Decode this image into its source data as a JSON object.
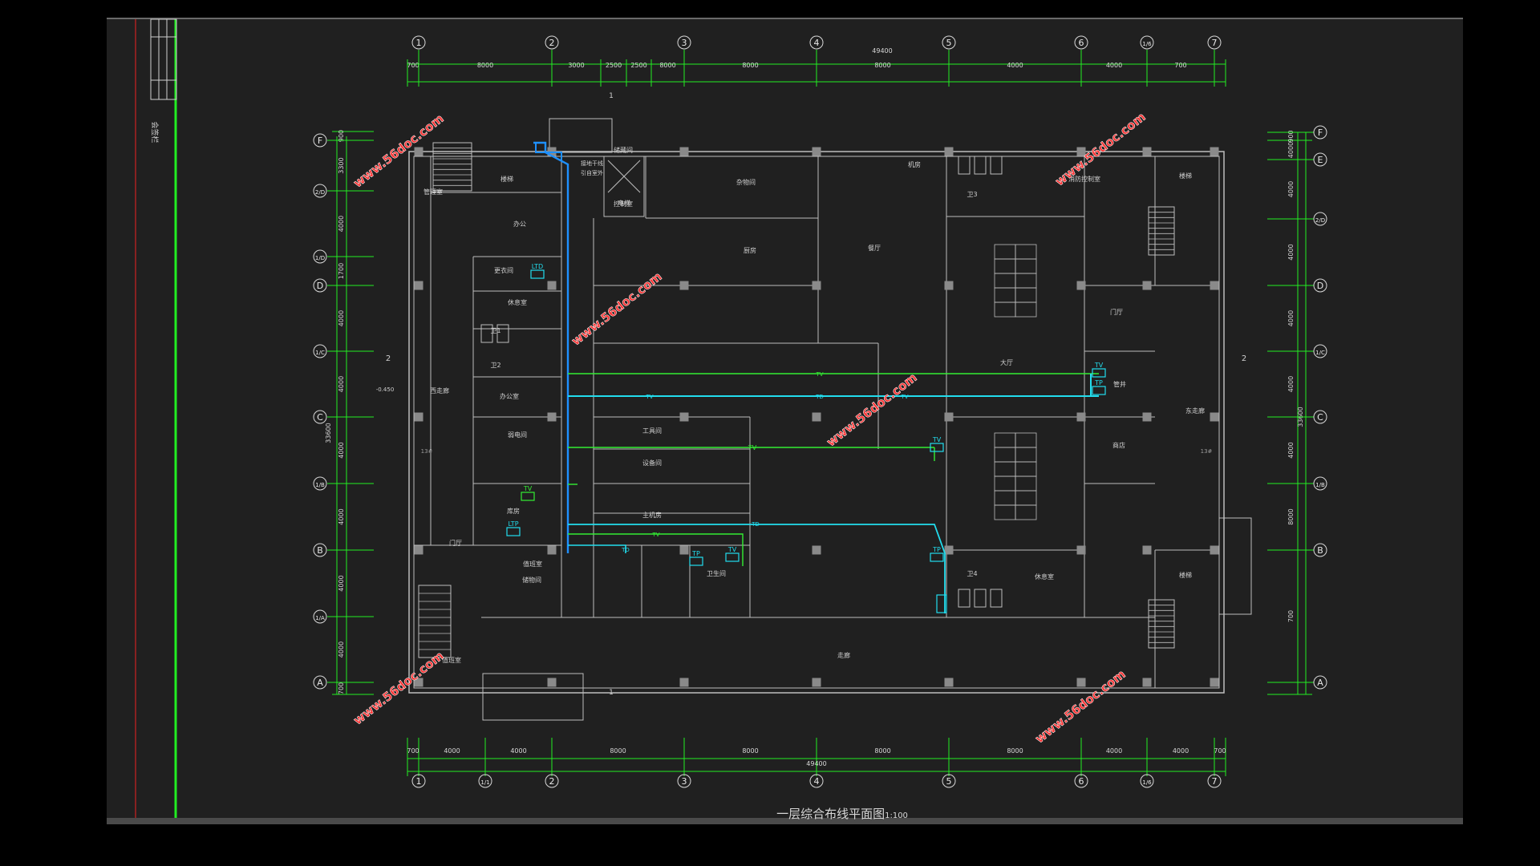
{
  "drawing": {
    "title": "一层综合布线平面图",
    "scale": "1:100",
    "watermark": "www.56doc.com",
    "side_note": "会签栏"
  },
  "grid": {
    "top_axes": [
      "1",
      "2",
      "3",
      "4",
      "5",
      "6",
      "1/6",
      "7"
    ],
    "bottom_axes": [
      "1",
      "1/1",
      "2",
      "3",
      "4",
      "5",
      "6",
      "1/6",
      "7"
    ],
    "left_axes": [
      "F",
      "2/D",
      "1/D",
      "D",
      "1/C",
      "C",
      "1/B",
      "B",
      "1/A",
      "A"
    ],
    "right_axes": [
      "F",
      "E",
      "2/D",
      "D",
      "1/C",
      "C",
      "1/B",
      "B",
      "A"
    ],
    "top_dims": [
      "700",
      "8000",
      "3000",
      "2500",
      "2500",
      "8000",
      "8000",
      "8000",
      "4000",
      "4000",
      "700"
    ],
    "top_total": "49400",
    "bottom_dims": [
      "700",
      "4000",
      "4000",
      "8000",
      "8000",
      "8000",
      "8000",
      "4000",
      "4000",
      "700"
    ],
    "bottom_total": "49400",
    "left_dims": [
      "900",
      "3300",
      "4000",
      "1700",
      "4000",
      "4000",
      "4000",
      "4000",
      "4000",
      "4000",
      "700"
    ],
    "left_total": "33600",
    "right_dims": [
      "900",
      "4000",
      "4000",
      "4000",
      "4000",
      "4000",
      "4000",
      "8000",
      "700"
    ],
    "right_total": "33600"
  },
  "rooms": {
    "r_stair1": "楼梯",
    "r_office": "办公",
    "r_changing": "更衣间",
    "r_lounge1": "休息室",
    "r_office2": "办公室",
    "r_wc1": "卫1",
    "r_wc2": "卫2",
    "r_weak": "弱电间",
    "r_store": "库房",
    "r_duty": "值班室",
    "r_lobby": "门厅",
    "r_west_corr": "西走廊",
    "r_mgmt": "管理室",
    "r_store2": "储藏间",
    "r_control": "控制室",
    "r_sundry": "杂物间",
    "r_kitchen": "厨房",
    "r_tools": "工具间",
    "r_equip": "设备间",
    "r_main": "主机房",
    "r_storage": "储物间",
    "r_wash": "卫生间",
    "r_dining": "餐厅",
    "r_toilet_n": "卫3",
    "r_stair_ne": "楼梯",
    "r_hall": "大厅",
    "r_lobby_e": "门厅",
    "r_east_corr": "东走廊",
    "r_shop": "商店",
    "r_toilet_s": "卫4",
    "r_lounge_s": "休息室",
    "r_stair_se": "楼梯",
    "r_corridor": "走廊",
    "r_elev": "电梯",
    "r_mach": "机房",
    "r_fire": "消防控制室",
    "r_shaft": "管井",
    "r_window": "值班室"
  },
  "cables": {
    "tv": "TV",
    "td": "TD",
    "tp": "TP",
    "ltd": "LTD",
    "ltp": "LTP",
    "note1": "接地干线",
    "note2": "引自室外"
  },
  "marks": {
    "elev_level": "-0.450",
    "section": "2",
    "section_b": "1",
    "zone_mark": "13#"
  },
  "colors": {
    "background": "#202020",
    "wall": "#bdbdbd",
    "dimension": "#22ee22",
    "cable_tv": "#33ee33",
    "cable_data": "#22ddee",
    "cable_main": "#1e90ff",
    "watermark": "#ff3333"
  }
}
